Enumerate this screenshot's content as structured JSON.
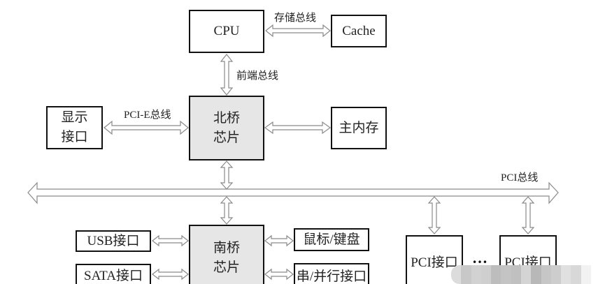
{
  "diagram": {
    "nodes": {
      "cpu": "CPU",
      "cache": "Cache",
      "northbridge_line1": "北桥",
      "northbridge_line2": "芯片",
      "display_line1": "显示",
      "display_line2": "接口",
      "main_memory": "主内存",
      "southbridge_line1": "南桥",
      "southbridge_line2": "芯片",
      "usb": "USB接口",
      "sata": "SATA接口",
      "mouse_keyboard": "鼠标/键盘",
      "serial_parallel": "串/并行接口",
      "pci_slot_1": "PCI接口",
      "pci_slot_2": "PCI接口",
      "ellipsis": "…"
    },
    "edges": {
      "storage_bus": "存储总线",
      "front_side_bus": "前端总线",
      "pcie_bus": "PCI-E总线",
      "pci_bus": "PCI总线"
    },
    "colors": {
      "chip_fill": "#e6e6e6",
      "border": "#111111",
      "arrow_stroke": "#888888"
    }
  }
}
